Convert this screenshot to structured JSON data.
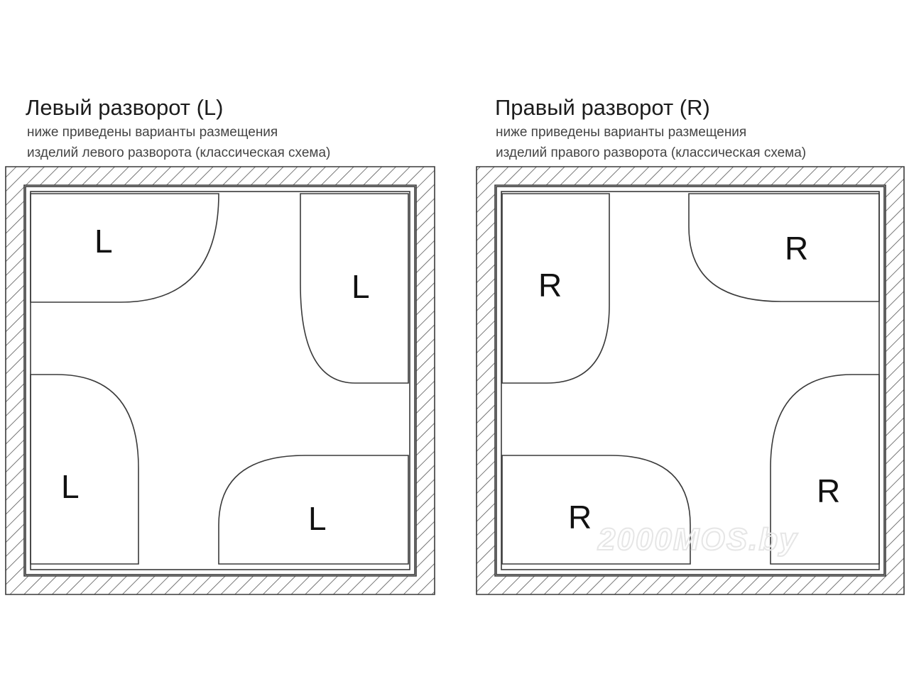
{
  "left": {
    "title": "Левый разворот (L)",
    "subtitle_line1": "ниже приведены варианты размещения",
    "subtitle_line2": "изделий левого разворота (классическая схема)",
    "label": "L"
  },
  "right": {
    "title": "Правый разворот (R)",
    "subtitle_line1": "ниже приведены варианты размещения",
    "subtitle_line2": "изделий правого разворота (классическая схема)",
    "label": "R"
  },
  "watermark": "2000MOS.by",
  "colors": {
    "line": "#3a3a3a",
    "hatch": "#555555",
    "background": "#ffffff"
  }
}
